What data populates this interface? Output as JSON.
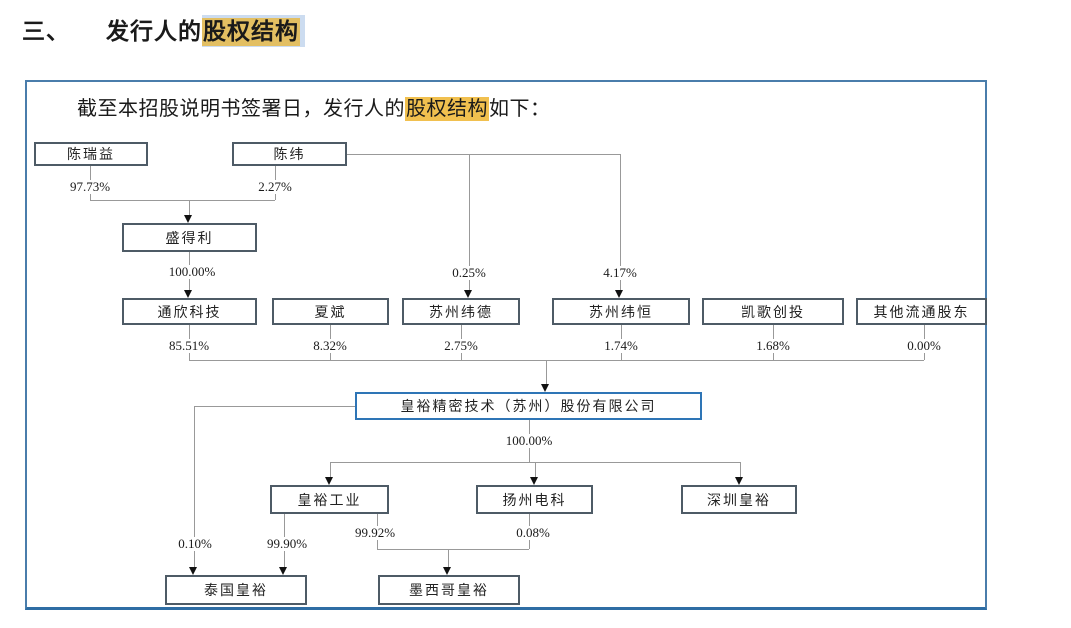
{
  "heading": {
    "number": "三、",
    "plain": "发行人的",
    "highlighted": "股权结构"
  },
  "intro": {
    "before": "截至本招股说明书签署日，发行人的",
    "highlighted": "股权结构",
    "after": "如下："
  },
  "colors": {
    "heading_highlight": "#e3bf62",
    "heading_highlight_blue": "#ccdcf0",
    "intro_highlight": "#f1c04f",
    "panel_border": "#4a7dab",
    "panel_border_bottom": "#2e6da4",
    "company_box_border": "#2e75b6",
    "node_border": "#4e5b66",
    "connector": "#999999"
  },
  "chart_data": {
    "type": "org-chart-equity-structure",
    "nodes": [
      {
        "id": "chenruiyi",
        "label": "陈瑞益"
      },
      {
        "id": "chenwei",
        "label": "陈纬"
      },
      {
        "id": "shengdeli",
        "label": "盛得利"
      },
      {
        "id": "tongxin",
        "label": "通欣科技"
      },
      {
        "id": "xiabin",
        "label": "夏斌"
      },
      {
        "id": "szwd",
        "label": "苏州纬德"
      },
      {
        "id": "szwh",
        "label": "苏州纬恒"
      },
      {
        "id": "kaige",
        "label": "凯歌创投"
      },
      {
        "id": "other",
        "label": "其他流通股东"
      },
      {
        "id": "company",
        "label": "皇裕精密技术（苏州）股份有限公司",
        "emphasis": true
      },
      {
        "id": "hyind",
        "label": "皇裕工业"
      },
      {
        "id": "yzdk",
        "label": "扬州电科"
      },
      {
        "id": "szhy",
        "label": "深圳皇裕"
      },
      {
        "id": "thailand",
        "label": "泰国皇裕"
      },
      {
        "id": "mexico",
        "label": "墨西哥皇裕"
      }
    ],
    "percent_labels": [
      {
        "id": "p1",
        "value": "97.73%"
      },
      {
        "id": "p2",
        "value": "2.27%"
      },
      {
        "id": "p3",
        "value": "100.00%"
      },
      {
        "id": "p4",
        "value": "0.25%"
      },
      {
        "id": "p5",
        "value": "4.17%"
      },
      {
        "id": "p6",
        "value": "85.51%"
      },
      {
        "id": "p7",
        "value": "8.32%"
      },
      {
        "id": "p8",
        "value": "2.75%"
      },
      {
        "id": "p9",
        "value": "1.74%"
      },
      {
        "id": "p10",
        "value": "1.68%"
      },
      {
        "id": "p11",
        "value": "0.00%"
      },
      {
        "id": "p12",
        "value": "100.00%"
      },
      {
        "id": "p13",
        "value": "0.10%"
      },
      {
        "id": "p14",
        "value": "99.90%"
      },
      {
        "id": "p15",
        "value": "99.92%"
      },
      {
        "id": "p16",
        "value": "0.08%"
      }
    ],
    "edges": [
      {
        "from": "陈瑞益",
        "to": "盛得利",
        "percent": "97.73%"
      },
      {
        "from": "陈纬",
        "to": "盛得利",
        "percent": "2.27%"
      },
      {
        "from": "盛得利",
        "to": "通欣科技",
        "percent": "100.00%"
      },
      {
        "from": "陈纬",
        "to": "苏州纬德",
        "percent": "0.25%"
      },
      {
        "from": "陈纬",
        "to": "苏州纬恒",
        "percent": "4.17%"
      },
      {
        "from": "通欣科技",
        "to": "皇裕精密技术（苏州）股份有限公司",
        "percent": "85.51%"
      },
      {
        "from": "夏斌",
        "to": "皇裕精密技术（苏州）股份有限公司",
        "percent": "8.32%"
      },
      {
        "from": "苏州纬德",
        "to": "皇裕精密技术（苏州）股份有限公司",
        "percent": "2.75%"
      },
      {
        "from": "苏州纬恒",
        "to": "皇裕精密技术（苏州）股份有限公司",
        "percent": "1.74%"
      },
      {
        "from": "凯歌创投",
        "to": "皇裕精密技术（苏州）股份有限公司",
        "percent": "1.68%"
      },
      {
        "from": "其他流通股东",
        "to": "皇裕精密技术（苏州）股份有限公司",
        "percent": "0.00%"
      },
      {
        "from": "皇裕精密技术（苏州）股份有限公司",
        "to": "皇裕工业",
        "percent": "100.00%"
      },
      {
        "from": "皇裕精密技术（苏州）股份有限公司",
        "to": "扬州电科",
        "percent": "100.00%"
      },
      {
        "from": "皇裕精密技术（苏州）股份有限公司",
        "to": "深圳皇裕",
        "percent": "100.00%"
      },
      {
        "from": "皇裕精密技术（苏州）股份有限公司",
        "to": "泰国皇裕",
        "percent": "0.10%"
      },
      {
        "from": "皇裕工业",
        "to": "泰国皇裕",
        "percent": "99.90%"
      },
      {
        "from": "皇裕工业",
        "to": "墨西哥皇裕",
        "percent": "99.92%"
      },
      {
        "from": "扬州电科",
        "to": "墨西哥皇裕",
        "percent": "0.08%"
      }
    ]
  }
}
